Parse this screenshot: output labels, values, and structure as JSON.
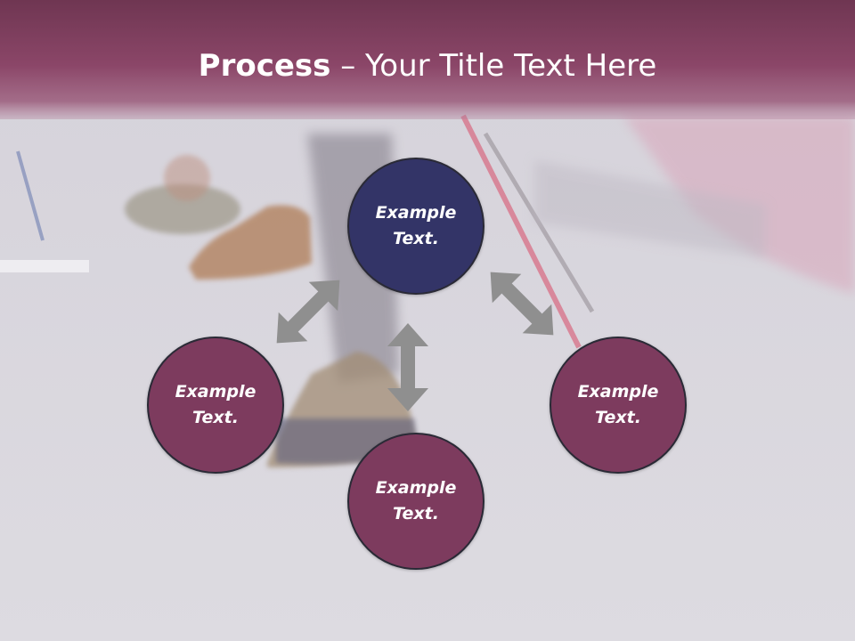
{
  "title": {
    "bold": "Process",
    "separator": " – ",
    "rest": "Your Title Text Here"
  },
  "colors": {
    "header": "#8b4668",
    "center_node": "#333467",
    "outer_node": "#7d3b5e",
    "arrow": "#8f8f8f",
    "ground": "#d9d6de"
  },
  "nodes": [
    {
      "label": "Example Text.",
      "role": "center"
    },
    {
      "label": "Example Text.",
      "role": "left"
    },
    {
      "label": "Example Text.",
      "role": "right"
    },
    {
      "label": "Example Text.",
      "role": "bottom"
    }
  ]
}
